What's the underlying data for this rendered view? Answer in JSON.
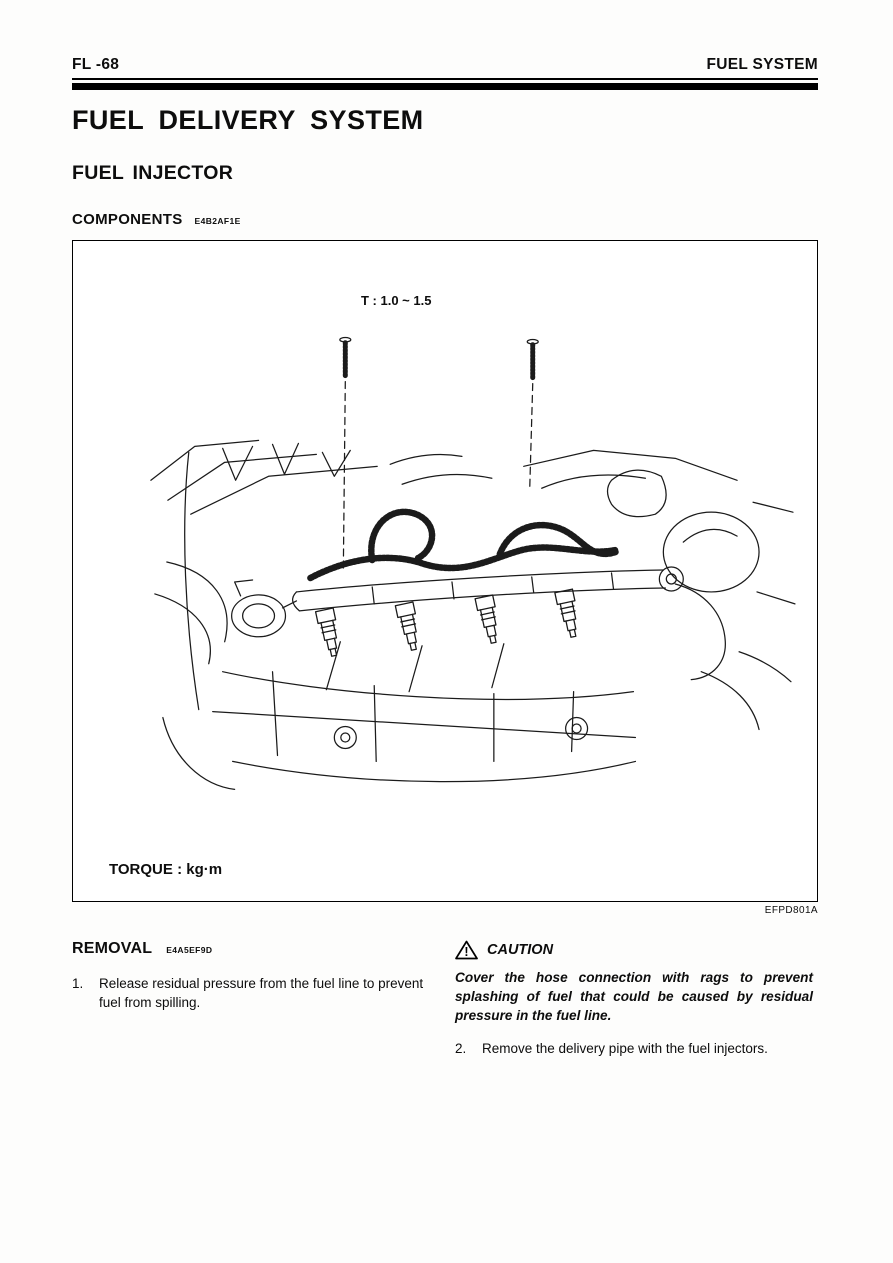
{
  "header": {
    "page_code": "FL -68",
    "section": "FUEL SYSTEM"
  },
  "titles": {
    "main": "FUEL DELIVERY SYSTEM",
    "sub": "FUEL INJECTOR"
  },
  "components": {
    "heading": "COMPONENTS",
    "code": "E4B2AF1E"
  },
  "figure": {
    "torque_spec": "T : 1.0 ~ 1.5",
    "torque_note": "TORQUE : kg·m",
    "code": "EFPD801A"
  },
  "removal": {
    "heading": "REMOVAL",
    "code": "E4A5EF9D",
    "steps": [
      {
        "num": "1.",
        "text": "Release residual pressure from the fuel line to prevent fuel from spilling."
      },
      {
        "num": "2.",
        "text": "Remove the delivery pipe with the fuel injectors."
      }
    ]
  },
  "caution": {
    "label": "CAUTION",
    "icon": "!",
    "text": "Cover the hose connection with rags to prevent splashing of fuel that could be caused by residual pressure in the fuel line."
  }
}
